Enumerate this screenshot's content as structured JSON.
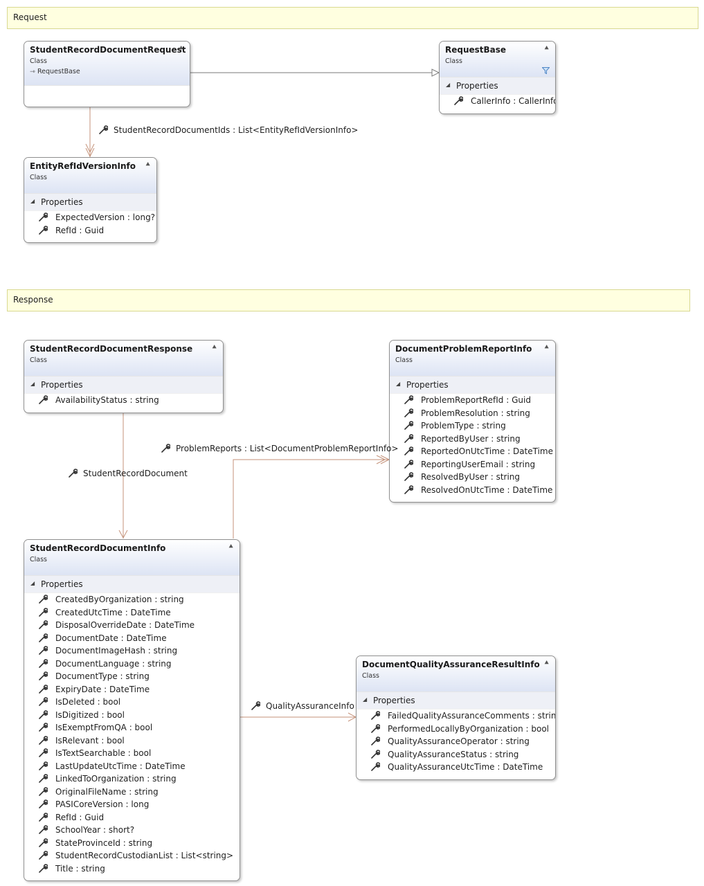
{
  "regions": [
    {
      "label": "Request"
    },
    {
      "label": "Response"
    }
  ],
  "classes": {
    "student_record_document_request": {
      "name": "StudentRecordDocumentRequest",
      "kind": "Class",
      "inherits": "RequestBase",
      "properties": []
    },
    "request_base": {
      "name": "RequestBase",
      "kind": "Class",
      "section": "Properties",
      "properties": [
        "CallerInfo : CallerInfo"
      ]
    },
    "entity_ref_id_version_info": {
      "name": "EntityRefIdVersionInfo",
      "kind": "Class",
      "section": "Properties",
      "properties": [
        "ExpectedVersion : long?",
        "RefId : Guid"
      ]
    },
    "student_record_document_response": {
      "name": "StudentRecordDocumentResponse",
      "kind": "Class",
      "section": "Properties",
      "properties": [
        "AvailabilityStatus : string"
      ]
    },
    "document_problem_report_info": {
      "name": "DocumentProblemReportInfo",
      "kind": "Class",
      "section": "Properties",
      "properties": [
        "ProblemReportRefId : Guid",
        "ProblemResolution : string",
        "ProblemType : string",
        "ReportedByUser : string",
        "ReportedOnUtcTime : DateTime",
        "ReportingUserEmail : string",
        "ResolvedByUser : string",
        "ResolvedOnUtcTime : DateTime"
      ]
    },
    "student_record_document_info": {
      "name": "StudentRecordDocumentInfo",
      "kind": "Class",
      "section": "Properties",
      "properties": [
        "CreatedByOrganization : string",
        "CreatedUtcTime : DateTime",
        "DisposalOverrideDate : DateTime",
        "DocumentDate : DateTime",
        "DocumentImageHash : string",
        "DocumentLanguage : string",
        "DocumentType : string",
        "ExpiryDate : DateTime",
        "IsDeleted : bool",
        "IsDigitized : bool",
        "IsExemptFromQA : bool",
        "IsRelevant : bool",
        "IsTextSearchable : bool",
        "LastUpdateUtcTime : DateTime",
        "LinkedToOrganization : string",
        "OriginalFileName : string",
        "PASICoreVersion : long",
        "RefId : Guid",
        "SchoolYear : short?",
        "StateProvinceId : string",
        "StudentRecordCustodianList : List<string>",
        "Title : string"
      ]
    },
    "document_quality_assurance_result_info": {
      "name": "DocumentQualityAssuranceResultInfo",
      "kind": "Class",
      "section": "Properties",
      "properties": [
        "FailedQualityAssuranceComments : string",
        "PerformedLocallyByOrganization : bool",
        "QualityAssuranceOperator : string",
        "QualityAssuranceStatus : string",
        "QualityAssuranceUtcTime : DateTime"
      ]
    }
  },
  "associations": {
    "student_record_document_ids": "StudentRecordDocumentIds : List<EntityRefIdVersionInfo>",
    "problem_reports": "ProblemReports : List<DocumentProblemReportInfo>",
    "student_record_document": "StudentRecordDocument",
    "quality_assurance_info": "QualityAssuranceInfo"
  },
  "colors": {
    "region_fill": "#ffffe0",
    "header_gradient_end": "#dde4f4",
    "association_line": "#c4927a",
    "inheritance_line": "#7a7a7a"
  },
  "icons": {
    "property": "wrench-icon",
    "collapse": "chevron-double-up-icon"
  }
}
